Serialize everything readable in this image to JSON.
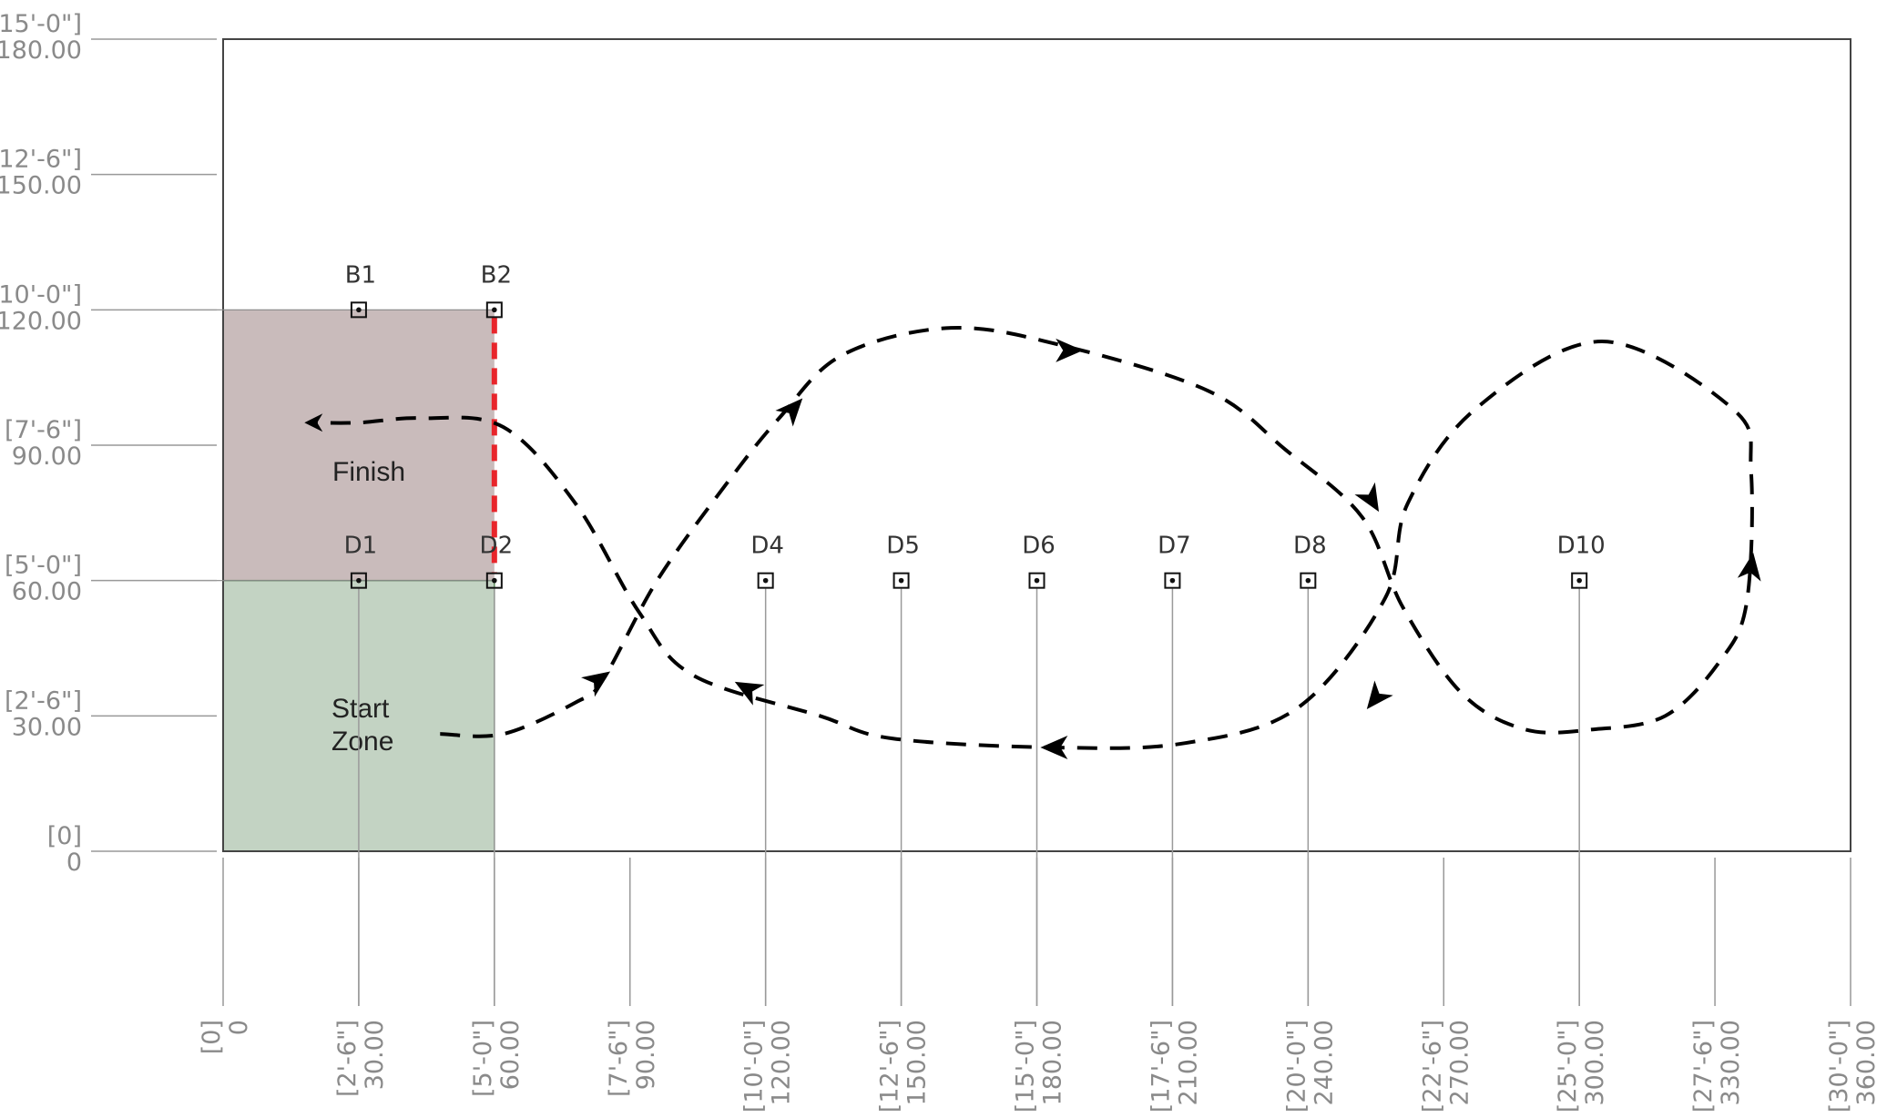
{
  "course": {
    "x_range": [
      0,
      360
    ],
    "y_range": [
      0,
      180
    ],
    "y_ticks": [
      {
        "value": 0,
        "ft": "[0]",
        "num": "0"
      },
      {
        "value": 30,
        "ft": "[2'-6\"]",
        "num": "30.00"
      },
      {
        "value": 60,
        "ft": "[5'-0\"]",
        "num": "60.00"
      },
      {
        "value": 90,
        "ft": "[7'-6\"]",
        "num": "90.00"
      },
      {
        "value": 120,
        "ft": "[10'-0\"]",
        "num": "120.00"
      },
      {
        "value": 150,
        "ft": "[12'-6\"]",
        "num": "150.00"
      },
      {
        "value": 180,
        "ft": "[15'-0\"]",
        "num": "180.00"
      }
    ],
    "x_ticks": [
      {
        "value": 0,
        "ft": "[0]",
        "num": "0"
      },
      {
        "value": 30,
        "ft": "[2'-6\"]",
        "num": "30.00"
      },
      {
        "value": 60,
        "ft": "[5'-0\"]",
        "num": "60.00"
      },
      {
        "value": 90,
        "ft": "[7'-6\"]",
        "num": "90.00"
      },
      {
        "value": 120,
        "ft": "[10'-0\"]",
        "num": "120.00"
      },
      {
        "value": 150,
        "ft": "[12'-6\"]",
        "num": "150.00"
      },
      {
        "value": 180,
        "ft": "[15'-0\"]",
        "num": "180.00"
      },
      {
        "value": 210,
        "ft": "[17'-6\"]",
        "num": "210.00"
      },
      {
        "value": 240,
        "ft": "[20'-0\"]",
        "num": "240.00"
      },
      {
        "value": 270,
        "ft": "[22'-6\"]",
        "num": "270.00"
      },
      {
        "value": 300,
        "ft": "[25'-0\"]",
        "num": "300.00"
      },
      {
        "value": 330,
        "ft": "[27'-6\"]",
        "num": "330.00"
      },
      {
        "value": 360,
        "ft": "[30'-0\"]",
        "num": "360.00"
      }
    ],
    "markers": [
      {
        "label": "B1",
        "x": 30,
        "y": 120
      },
      {
        "label": "B2",
        "x": 60,
        "y": 120
      },
      {
        "label": "D1",
        "x": 30,
        "y": 60
      },
      {
        "label": "D2",
        "x": 60,
        "y": 60
      },
      {
        "label": "D4",
        "x": 120,
        "y": 60
      },
      {
        "label": "D5",
        "x": 150,
        "y": 60
      },
      {
        "label": "D6",
        "x": 180,
        "y": 60
      },
      {
        "label": "D7",
        "x": 210,
        "y": 60
      },
      {
        "label": "D8",
        "x": 240,
        "y": 60
      },
      {
        "label": "D10",
        "x": 300,
        "y": 60
      }
    ],
    "zones": {
      "finish": {
        "label": "Finish",
        "x": [
          0,
          60
        ],
        "y": [
          60,
          120
        ],
        "color": "#c9bbbb"
      },
      "start": {
        "label_line1": "Start",
        "label_line2": "Zone",
        "x": [
          0,
          60
        ],
        "y": [
          0,
          60
        ],
        "color": "#c3d3c3"
      }
    },
    "finish_line": {
      "x": 60,
      "y": [
        60,
        120
      ],
      "color": "#e8252b"
    },
    "path_color": "#000000"
  }
}
